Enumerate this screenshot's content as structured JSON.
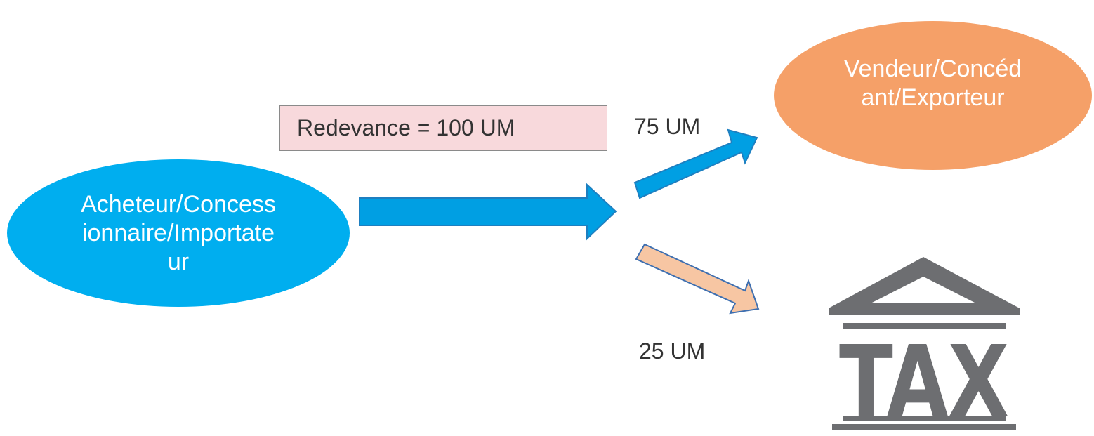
{
  "diagram": {
    "buyer": {
      "label": "Acheteur/Concessionnaire/Importateur",
      "color": "#00AEEF"
    },
    "seller": {
      "label": "Vendeur/Concédant/Exporteur",
      "color": "#F5A068"
    },
    "royalty": {
      "label": "Redevance = 100 UM",
      "color": "#F8D9DC"
    },
    "to_seller": {
      "amount": "75 UM"
    },
    "to_tax": {
      "amount": "25 UM"
    },
    "tax_icon": {
      "text": "TAX",
      "color": "#6D6E71"
    },
    "arrow_colors": {
      "main": "#009FE3",
      "tax": "#F7C6A3"
    }
  }
}
